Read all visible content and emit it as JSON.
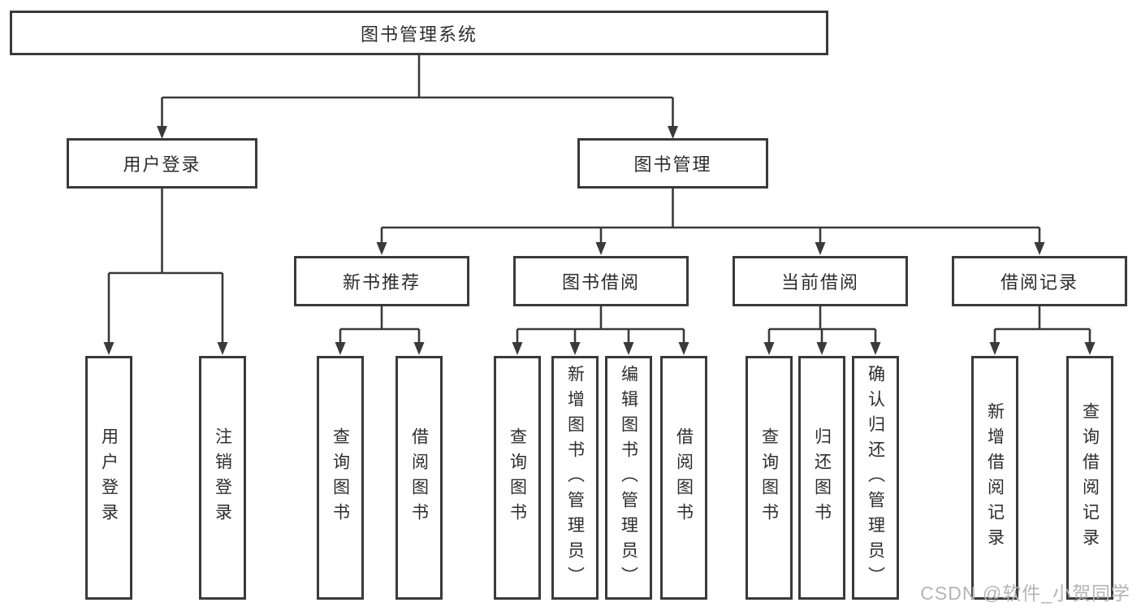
{
  "tree": {
    "root": "图书管理系统",
    "children": [
      {
        "label": "用户登录",
        "children": [
          "用户登录",
          "注销登录"
        ]
      },
      {
        "label": "图书管理",
        "children": [
          {
            "label": "新书推荐",
            "children": [
              "查询图书",
              "借阅图书"
            ]
          },
          {
            "label": "图书借阅",
            "children": [
              "查询图书",
              "新增图书（管理员）",
              "编辑图书（管理员）",
              "借阅图书"
            ]
          },
          {
            "label": "当前借阅",
            "children": [
              "查询图书",
              "归还图书",
              "确认归还（管理员）"
            ]
          },
          {
            "label": "借阅记录",
            "children": [
              "新增借阅记录",
              "查询借阅记录"
            ]
          }
        ]
      }
    ]
  },
  "watermark": {
    "text": "CSDN @软件_小贺同学"
  },
  "colors": {
    "line": "#3a3a3a",
    "border": "#3a3a3a",
    "text": "#2d2d2d",
    "background": "#ffffff",
    "watermark": "#b4b4b4"
  }
}
